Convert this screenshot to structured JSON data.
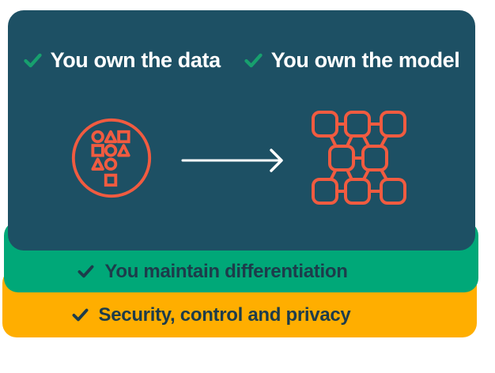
{
  "colors": {
    "page_bg": "#ffffff",
    "panel_teal": "#1d5064",
    "band_green": "#00a878",
    "band_amber": "#ffae00",
    "icon_coral": "#f15b40",
    "check_green": "#17a06e",
    "dark_text": "#1d3c4b",
    "header_text": "#ffffff",
    "arrow_white": "#ffffff"
  },
  "panel": {
    "headers": [
      {
        "label": "You own the data",
        "icon": "checkmark-icon"
      },
      {
        "label": "You own the model",
        "icon": "checkmark-icon"
      }
    ],
    "icons": {
      "left": "data-shapes-circle-icon",
      "middle": "arrow-right-icon",
      "right": "model-network-icon"
    }
  },
  "bands": [
    {
      "label": "You maintain differentiation",
      "color": "#00a878",
      "icon": "checkmark-icon"
    },
    {
      "label": "Security, control and privacy",
      "color": "#ffae00",
      "icon": "checkmark-icon"
    }
  ]
}
